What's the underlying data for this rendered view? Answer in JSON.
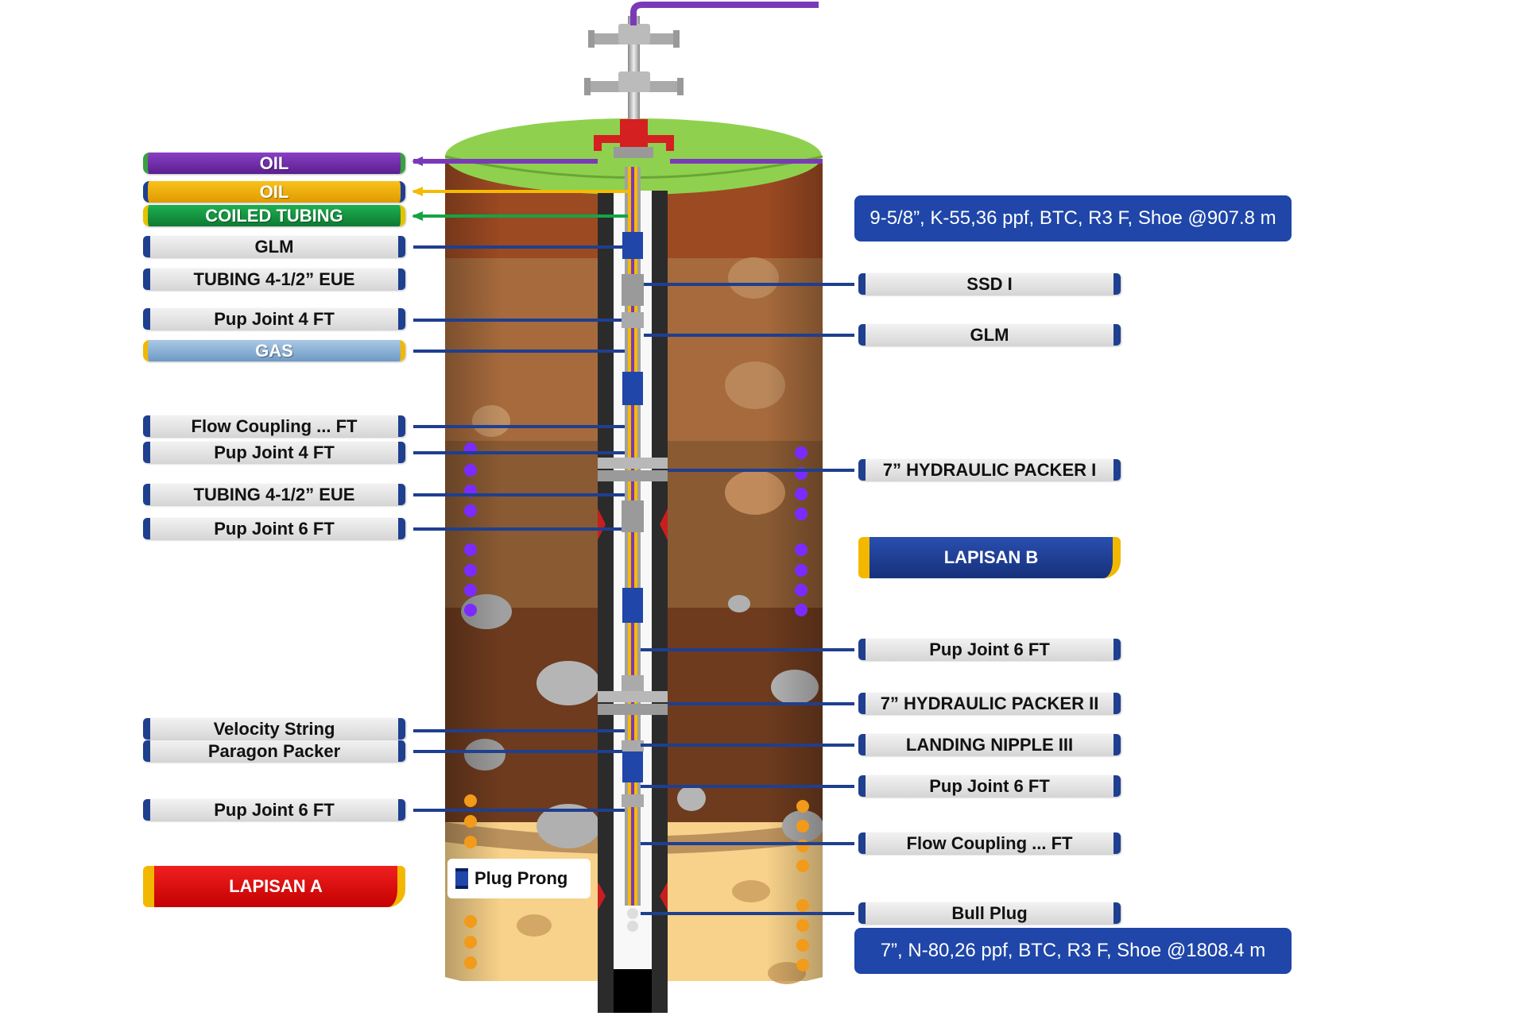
{
  "left_labels": [
    {
      "id": "oil-purple",
      "text": "OIL"
    },
    {
      "id": "oil-gold",
      "text": "OIL"
    },
    {
      "id": "coiled-tubing",
      "text": "COILED TUBING"
    },
    {
      "id": "glm",
      "text": "GLM"
    },
    {
      "id": "tubing-1",
      "text": "TUBING  4-1/2” EUE"
    },
    {
      "id": "pup-4ft-1",
      "text": "Pup Joint 4 FT"
    },
    {
      "id": "gas",
      "text": "GAS"
    },
    {
      "id": "flow-coupling",
      "text": "Flow Coupling ... FT"
    },
    {
      "id": "pup-4ft-2",
      "text": "Pup Joint 4 FT"
    },
    {
      "id": "tubing-2",
      "text": "TUBING  4-1/2” EUE"
    },
    {
      "id": "pup-6ft-1",
      "text": "Pup Joint 6 FT"
    },
    {
      "id": "velocity-string",
      "text": "Velocity String"
    },
    {
      "id": "paragon-packer",
      "text": "Paragon Packer"
    },
    {
      "id": "pup-6ft-2",
      "text": "Pup Joint 6 FT"
    }
  ],
  "right_labels": [
    {
      "id": "ssd",
      "text": "SSD I"
    },
    {
      "id": "glm",
      "text": "GLM"
    },
    {
      "id": "hydraulic-packer-1",
      "text": "7” HYDRAULIC PACKER I"
    },
    {
      "id": "pup-6ft-1",
      "text": "Pup Joint 6 FT"
    },
    {
      "id": "hydraulic-packer-2",
      "text": "7” HYDRAULIC PACKER II"
    },
    {
      "id": "landing-nipple",
      "text": "LANDING NIPPLE III"
    },
    {
      "id": "pup-6ft-2",
      "text": "Pup Joint 6 FT"
    },
    {
      "id": "flow-coupling",
      "text": "Flow Coupling ... FT"
    },
    {
      "id": "bull-plug",
      "text": "Bull Plug"
    }
  ],
  "casing_specs": {
    "surface": "9-5/8”, K-55,36 ppf, BTC, R3 F,  Shoe @907.8 m",
    "production": "7”, N-80,26 ppf, BTC, R3 F, Shoe @1808.4 m"
  },
  "zones": {
    "a": "LAPISAN A",
    "b": "LAPISAN B"
  },
  "legend_plug_prong": "Plug Prong",
  "colors": {
    "oil_purple": "#6a2aa8",
    "oil_gold": "#f2b800",
    "coiled_green": "#16a346",
    "gas_blue": "#8fb4da",
    "leader_blue": "#1f3f8f",
    "zone_a": "#e01010",
    "zone_b": "#1f3f8f",
    "spec_box": "#1f46a8",
    "ground": "#8fd14f"
  }
}
